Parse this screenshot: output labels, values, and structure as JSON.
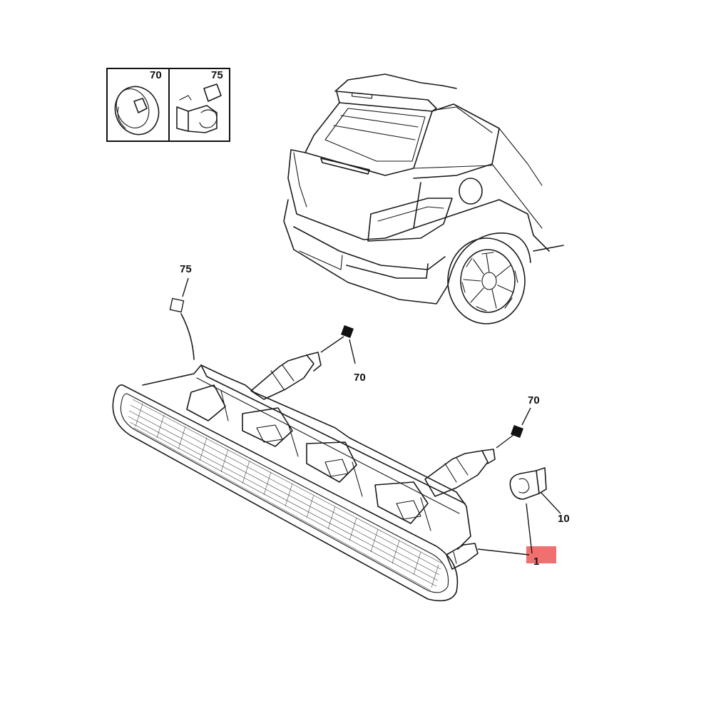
{
  "inset": {
    "panels": [
      {
        "label": "70",
        "icon": "grommet-icon"
      },
      {
        "label": "75",
        "icon": "connector-clip-icon"
      }
    ]
  },
  "callouts": {
    "c75": "75",
    "c70_upper": "70",
    "c70_lower": "70",
    "c10": "10",
    "c1": "1"
  },
  "highlight_color": "#f07070",
  "line_color": "#1a1a1a"
}
